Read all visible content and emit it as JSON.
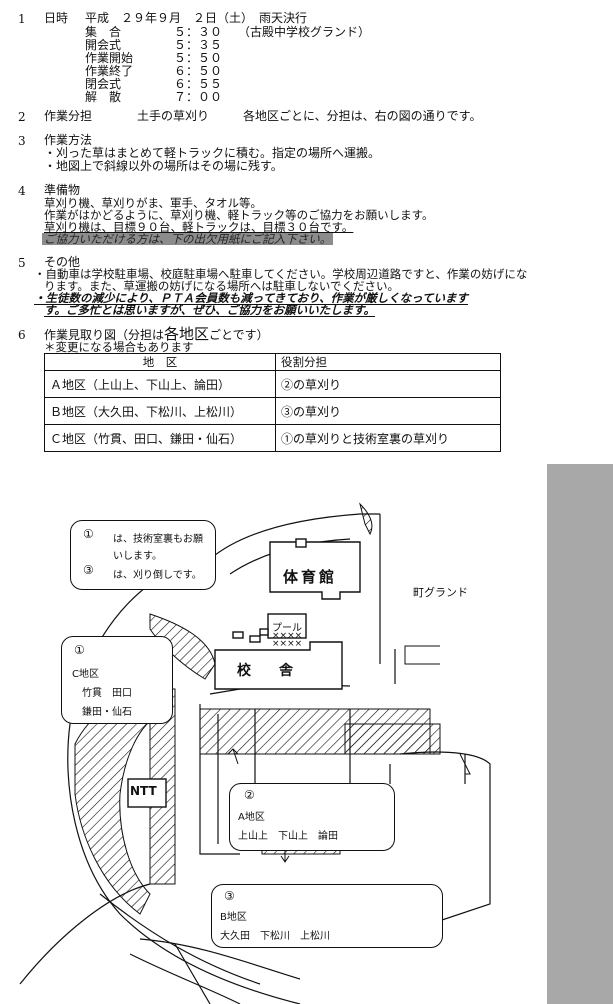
{
  "items": {
    "n1": "1",
    "n2": "2",
    "n3": "3",
    "n4": "4",
    "n5": "5",
    "n6": "6",
    "s1_label": "日時",
    "s1_date": "平成　２９年９月　２日（土）　雨天決行",
    "schedule": [
      {
        "label": "集　合",
        "time": "５：３０",
        "note": "（古殿中学校グランド）"
      },
      {
        "label": "開会式",
        "time": "５：３５",
        "note": ""
      },
      {
        "label": "作業開始",
        "time": "５：５０",
        "note": ""
      },
      {
        "label": "作業終了",
        "time": "６：５０",
        "note": ""
      },
      {
        "label": "閉会式",
        "time": "６：５５",
        "note": ""
      },
      {
        "label": "解　散",
        "time": "７：００",
        "note": ""
      }
    ],
    "s2_label": "作業分担",
    "s2_a": "土手の草刈り",
    "s2_b": "各地区ごとに、分担は、右の図の通りです。",
    "s3_label": "作業方法",
    "s3_l1": "・刈った草はまとめて軽トラックに積む。指定の場所へ運搬。",
    "s3_l2": "・地図上で斜線以外の場所はその場に残す。",
    "s4_label": "準備物",
    "s4_l1": "草刈り機、草刈りがま、軍手、タオル等。",
    "s4_l2": "作業がはかどるように、草刈り機、軽トラック等のご協力をお願いします。",
    "s4_l3": "草刈り機は、目標９０台、軽トラックは、目標３０台です。",
    "s4_l4": "ご協力いただける方は、下の出欠用紙にご記入下さい。",
    "s5_label": "その他",
    "s5_l1": "・自動車は学校駐車場、校庭駐車場へ駐車してください。学校周辺道路ですと、作業の妨げにな",
    "s5_l2": "ります。また、草運搬の妨げになる場所へは駐車しないでください。",
    "s5_l3": "・生徒数の減少により、ＰＴＡ会員数も減ってきており、作業が厳しくなっています",
    "s5_l4": "す。ご多忙とは思いますが、ぜひ、ご協力をお願いいたします。",
    "s6_label": "作業見取り図（分担は",
    "s6_big": "各地区",
    "s6_tail": "ごとです）",
    "s6_note": "＊変更になる場合もあります"
  },
  "table": {
    "headers": [
      "地　区",
      "役割分担"
    ],
    "rows": [
      [
        "Ａ地区（上山上、下山上、論田）",
        "②の草刈り"
      ],
      [
        "Ｂ地区（大久田、下松川、上松川）",
        "③の草刈り"
      ],
      [
        "Ｃ地区（竹貫、田口、鎌田・仙石）",
        "①の草刈りと技術室裏の草刈り"
      ]
    ]
  },
  "map": {
    "legend_sym1": "①",
    "legend_text1a": "は、技術室裏もお願",
    "legend_text1b": "いします。",
    "legend_sym3": "③",
    "legend_text3": "は、刈り倒しです。",
    "gym": "体育館",
    "pool": "プール",
    "school": "校　　舎",
    "ground": "町グランド",
    "ntt": "NTT",
    "c_num": "①",
    "c_area": "C地区",
    "c_l1": "竹貫　田口",
    "c_l2": "鎌田・仙石",
    "a_num": "②",
    "a_area": "A地区",
    "a_l1": "上山上　下山上　論田",
    "b_num": "③",
    "b_area": "B地区",
    "b_l1": "大久田　下松川　上松川",
    "crosses": "××××"
  }
}
